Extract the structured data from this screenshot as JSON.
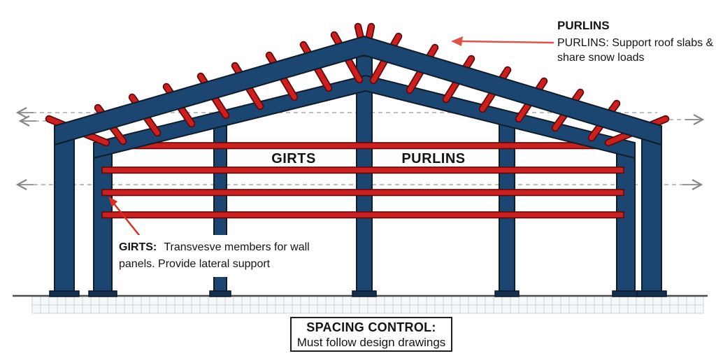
{
  "annotations": {
    "purlins_note": {
      "heading": "PURLINS",
      "line1": "PURLINS: Support roof slabs &",
      "line2": "share snow loads"
    },
    "girts_note": {
      "bold": "GIRTS:",
      "line1_rest": "Transvesve members for wall",
      "line2": "panels. Provide lateral support"
    },
    "wall_label": "GIRTS",
    "roof_label": "PURLINS",
    "spacing_box": {
      "title": "SPACING CONTROL:",
      "body": "Must follow design drawings"
    }
  },
  "colors": {
    "steel_blue": "#1b4672",
    "steel_outline": "#101c28",
    "member_red": "#ce1f1f",
    "member_red_outline": "#5f0909",
    "annotation_red": "#dd2b1f",
    "leader_red": "#e05247",
    "dimension_gray": "#8a8a8a",
    "grid_gray": "#ccd3db",
    "ground_gray": "#4c4c4c",
    "text": "#141414",
    "background": "#ffffff"
  }
}
